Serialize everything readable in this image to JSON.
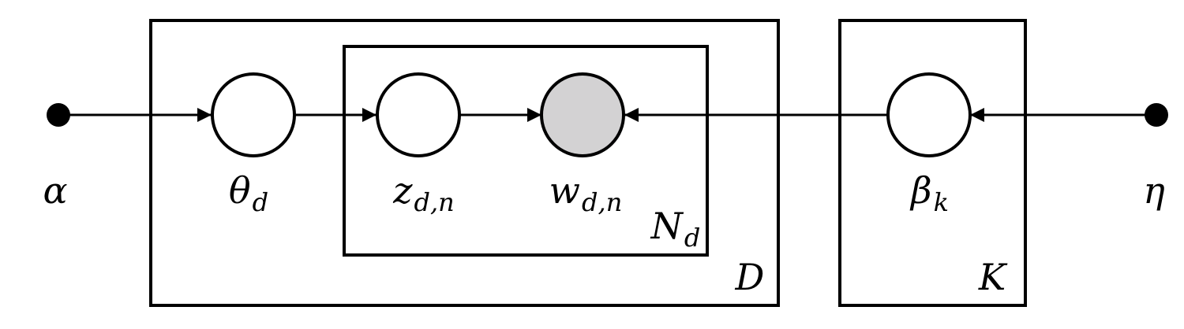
{
  "diagram": {
    "colors": {
      "stroke": "#000000",
      "observed_fill": "#d3d2d3",
      "latent_fill": "#ffffff",
      "hyperparam_fill": "#000000"
    },
    "nodes": {
      "alpha": {
        "symbol": "α",
        "sub": "",
        "kind": "hyperparameter"
      },
      "theta": {
        "symbol": "θ",
        "sub": "d",
        "kind": "latent"
      },
      "z": {
        "symbol": "z",
        "sub": "d,n",
        "kind": "latent"
      },
      "w": {
        "symbol": "w",
        "sub": "d,n",
        "kind": "observed"
      },
      "beta": {
        "symbol": "β",
        "sub": "k",
        "kind": "latent"
      },
      "eta": {
        "symbol": "η",
        "sub": "",
        "kind": "hyperparameter"
      }
    },
    "edges": [
      {
        "from": "alpha",
        "to": "theta"
      },
      {
        "from": "theta",
        "to": "z"
      },
      {
        "from": "z",
        "to": "w"
      },
      {
        "from": "beta",
        "to": "w"
      },
      {
        "from": "eta",
        "to": "beta"
      }
    ],
    "plates": {
      "N": {
        "symbol": "N",
        "sub": "d"
      },
      "D": {
        "symbol": "D",
        "sub": ""
      },
      "K": {
        "symbol": "K",
        "sub": ""
      }
    }
  }
}
